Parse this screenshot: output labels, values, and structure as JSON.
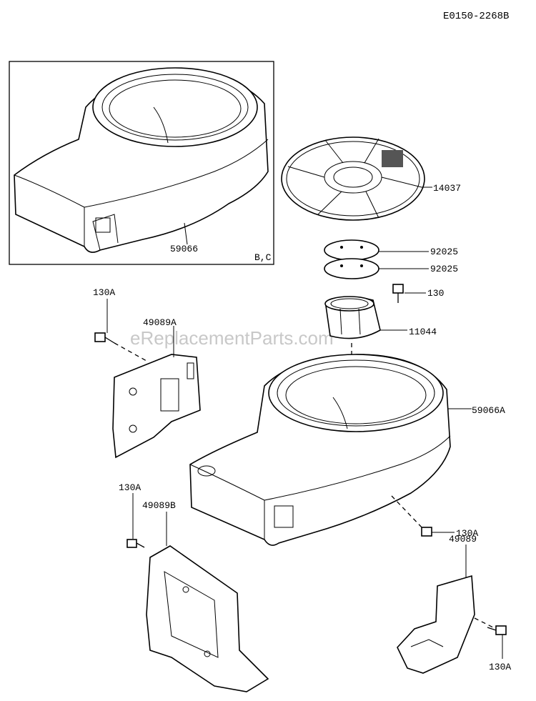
{
  "diagram_code": "E0150-2268B",
  "watermark": "eReplacementParts.com",
  "inset_note": "B,C",
  "parts": [
    {
      "key": "shroud-inset",
      "label": "59066"
    },
    {
      "key": "screen",
      "label": "14037"
    },
    {
      "key": "plate-a",
      "label": "92025"
    },
    {
      "key": "plate-b",
      "label": "92025"
    },
    {
      "key": "bolt-right",
      "label": "130"
    },
    {
      "key": "cup",
      "label": "11044"
    },
    {
      "key": "shroud",
      "label": "59066A"
    },
    {
      "key": "bolt-left-top",
      "label": "130A"
    },
    {
      "key": "cover-a",
      "label": "49089A"
    },
    {
      "key": "bolt-left-bottom",
      "label": "130A"
    },
    {
      "key": "cover-b",
      "label": "49089B"
    },
    {
      "key": "bolt-shroud",
      "label": "130A"
    },
    {
      "key": "cover",
      "label": "49089"
    },
    {
      "key": "bolt-bottom-right",
      "label": "130A"
    }
  ]
}
